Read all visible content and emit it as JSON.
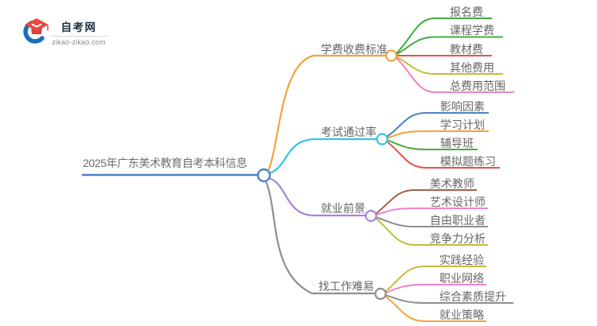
{
  "logo": {
    "site_name": "自考网",
    "site_url": "zikao-zikao.com",
    "brand_blue": "#1b6fb8",
    "brand_red": "#e84a42"
  },
  "root": {
    "label": "2025年广东美术教育自考本科信息",
    "color": "#4a84c2"
  },
  "branches": [
    {
      "label": "学费收费标准",
      "color": "#f7a13c",
      "children": [
        {
          "label": "报名费",
          "color": "#44ad44"
        },
        {
          "label": "课程学费",
          "color": "#44ad44"
        },
        {
          "label": "教材费",
          "color": "#e5514a"
        },
        {
          "label": "其他费用",
          "color": "#c2bd3a"
        },
        {
          "label": "总费用范围",
          "color": "#ef82cb"
        }
      ]
    },
    {
      "label": "考试通过率",
      "color": "#35c4e4",
      "children": [
        {
          "label": "影响因素",
          "color": "#4a84c2"
        },
        {
          "label": "学习计划",
          "color": "#f7a13c"
        },
        {
          "label": "辅导班",
          "color": "#44ad44"
        },
        {
          "label": "模拟题练习",
          "color": "#e5514a"
        }
      ]
    },
    {
      "label": "就业前景",
      "color": "#a584d8",
      "children": [
        {
          "label": "美术教师",
          "color": "#a3604f"
        },
        {
          "label": "艺术设计师",
          "color": "#ef82cb"
        },
        {
          "label": "自由职业者",
          "color": "#8f8f8f"
        },
        {
          "label": "竞争力分析",
          "color": "#c2bd3a"
        }
      ]
    },
    {
      "label": "找工作难易",
      "color": "#8f8f8f",
      "children": [
        {
          "label": "实践经验",
          "color": "#c2bd3a"
        },
        {
          "label": "职业网络",
          "color": "#ef82cb"
        },
        {
          "label": "综合素质提升",
          "color": "#8f8f8f"
        },
        {
          "label": "就业策略",
          "color": "#f7a13c"
        }
      ]
    }
  ]
}
